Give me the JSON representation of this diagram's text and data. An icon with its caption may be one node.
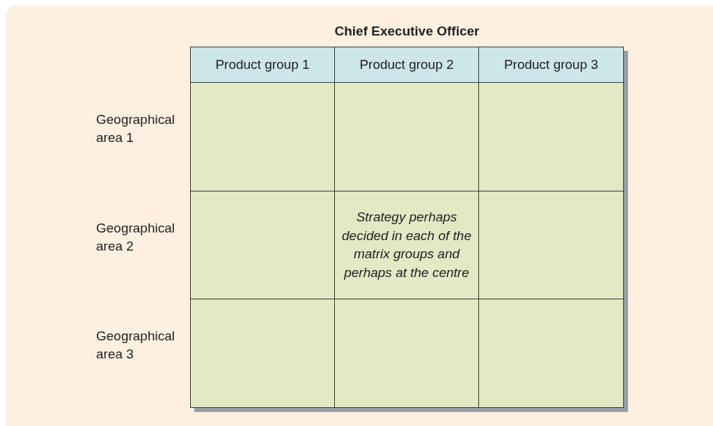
{
  "diagram": {
    "title": "Chief Executive Officer",
    "labels": [
      "Product group 1",
      "Product group 2",
      "Product group 3",
      "Geographical area 1",
      "Geographical area 2",
      "Strategy perhaps decided in each of the matrix groups and perhaps at the centre",
      "Geographical area 3"
    ]
  }
}
